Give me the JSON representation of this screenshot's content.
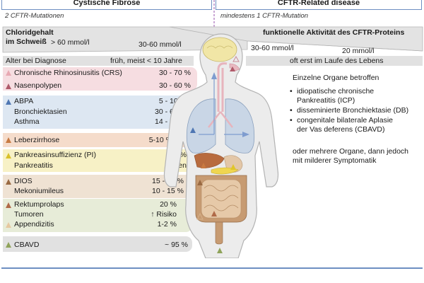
{
  "header": {
    "left_title": "Cystische Fibrose",
    "right_title": "CFTR-Related disease",
    "left_sub": "2 CFTR-Mutationen",
    "right_sub": "mindestens 1 CFTR-Mutation"
  },
  "chloride": {
    "label_line1": "Chloridgehalt",
    "label_line2": "im Schweiß",
    "left_value": "> 60 mmol/l",
    "mid_value": "30-60 mmol/l"
  },
  "cftr_activity": {
    "label": "funktionelle Aktivität des CFTR-Proteins",
    "mid_value": "30-60 mmol/l",
    "right_value": "20 mmol/l"
  },
  "diagnosis_age": {
    "label": "Alter bei Diagnose",
    "cf_value": "früh, meist < 10 Jahre",
    "crd_value": "oft erst im Laufe des Lebens"
  },
  "conditions": [
    {
      "label": "Chronische Rhinosinusitis (CRS)",
      "value": "30 - 70 %"
    },
    {
      "label": "Nasenpolypen",
      "value": "30 - 60 %"
    },
    {
      "label": "ABPA",
      "value": "5 - 10 %"
    },
    {
      "label": "Bronchiektasien",
      "value": "30 - 60 %"
    },
    {
      "label": "Asthma",
      "value": "14 - 27 %"
    },
    {
      "label": "Leberzirrhose",
      "value": "5-10 %"
    },
    {
      "label": "Pankreasinsuffizienz (PI)",
      "value": "85 %"
    },
    {
      "label": "Pankreatitis",
      "value": "selten"
    },
    {
      "label": "DIOS",
      "value": "15 - 20 %"
    },
    {
      "label": "Mekoniumileus",
      "value": "10 - 15 %"
    },
    {
      "label": "Rektumprolaps",
      "value": "20 %"
    },
    {
      "label": "Tumoren",
      "value": "↑ Risiko"
    },
    {
      "label": "Appendizitis",
      "value": "1-2 %"
    },
    {
      "label": "CBAVD",
      "value": "~ 95 %"
    }
  ],
  "right_panel": {
    "intro": "Einzelne Organe betroffen",
    "bullets": [
      {
        "line1": "idiopatische chronische",
        "line2": "Pankreatitis (ICP)"
      },
      {
        "line1": "disseminierte Bronchiektasie (DB)",
        "line2": ""
      },
      {
        "line1": "congenitale bilaterale Aplasie",
        "line2": "der Vas deferens (CBAVD)"
      }
    ],
    "outro_line1": "oder mehrere Organe, dann jedoch",
    "outro_line2": "mit milderer Symptomatik"
  },
  "colors": {
    "header_border": "#6d8fc2",
    "pink_band": "#f6dde1",
    "blue_band": "#dde7f2",
    "orange_band": "#f5dccb",
    "yellow_band": "#f7f1c6",
    "tan_band": "#efe2d3",
    "green_band": "#e7ecd8",
    "gray_band": "#e1e1e1"
  }
}
